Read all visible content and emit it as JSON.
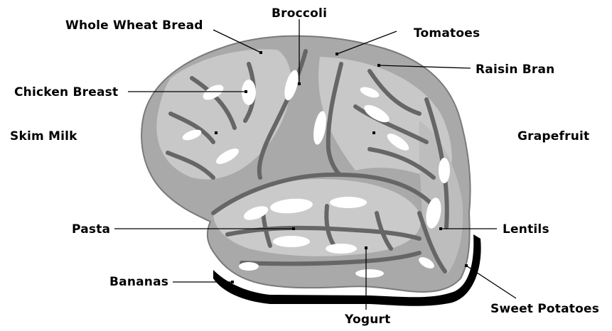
{
  "labels": {
    "broccoli": "Broccoli",
    "whole_wheat_bread": "Whole Wheat Bread",
    "tomatoes": "Tomatoes",
    "raisin_bran": "Raisin Bran",
    "chicken_breast": "Chicken Breast",
    "skim_milk": "Skim Milk",
    "grapefruit": "Grapefruit",
    "pasta": "Pasta",
    "lentils": "Lentils",
    "bananas": "Bananas",
    "sweet_potatoes": "Sweet Potatoes",
    "yogurt": "Yogurt"
  },
  "colors": {
    "shadow": "#000000",
    "brain_base": "#a8a8a8",
    "brain_mid": "#c6c6c6",
    "brain_light": "#e4e4e4",
    "highlight": "#ffffff",
    "sulcus": "#6a6a6a"
  }
}
